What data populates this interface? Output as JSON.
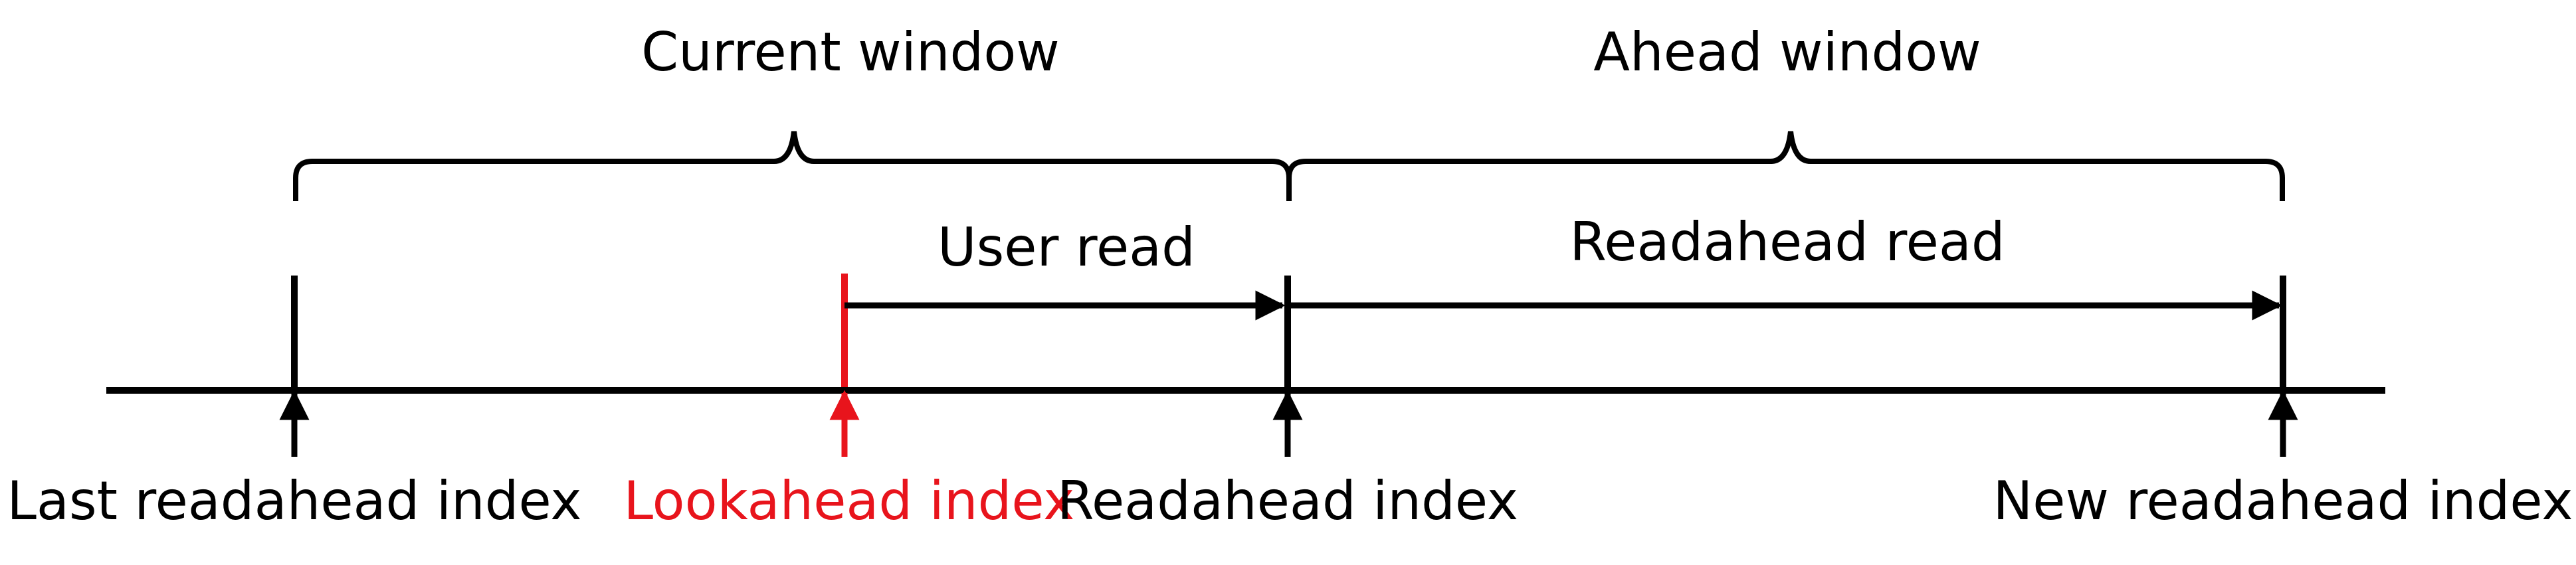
{
  "title_current_window": "Current window",
  "title_ahead_window": "Ahead window",
  "label_user_read": "User read",
  "label_readahead_read": "Readahead read",
  "index_last": "Last readahead index",
  "index_lookahead": "Lookahead index",
  "index_readahead": "Readahead index",
  "index_new": "New readahead index",
  "colors": {
    "line": "#000000",
    "lookahead": "#e8141c"
  }
}
